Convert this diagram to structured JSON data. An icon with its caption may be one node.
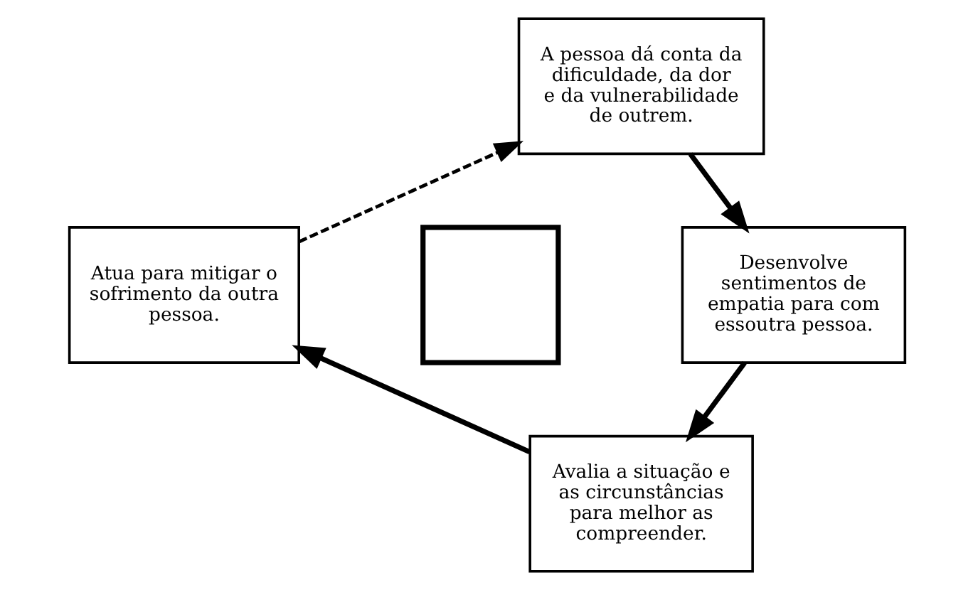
{
  "diagram": {
    "nodes": [
      {
        "text": [
          "A pessoa dá conta da dificuldade, da dor e da vulnerabilidade de outrem."
        ]
      },
      {
        "text": [
          "Desenvolve sentimentos de empatia para com essoutra pessoa."
        ]
      },
      {
        "text": [
          "Avalia a situação e as circunstâncias para melhor as compreender."
        ]
      },
      {
        "text": [
          "Atua para mitigar o sofrimento da outra pessoa."
        ]
      },
      {
        "text": [],
        "shape": "cross"
      }
    ],
    "edges": [
      {
        "from": 0,
        "to": 1,
        "arrow": "to"
      },
      {
        "from": 1,
        "to": 2,
        "arrow": "to"
      },
      {
        "from": 2,
        "to": 3,
        "arrow": "to"
      },
      {
        "from": 3,
        "to": 0,
        "arrow": "to",
        "style": "dashed"
      }
    ]
  }
}
